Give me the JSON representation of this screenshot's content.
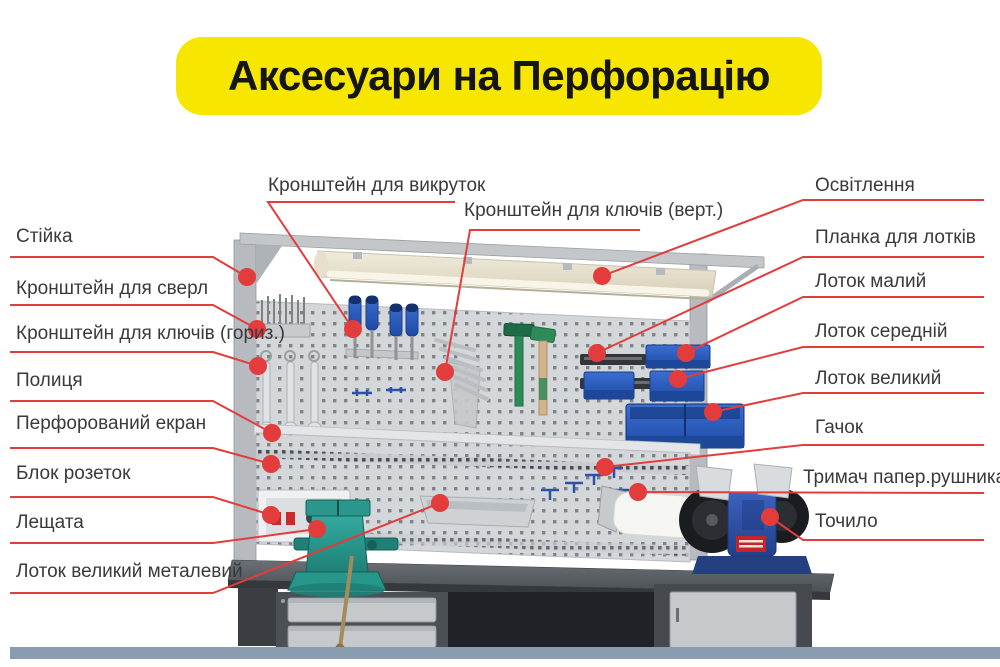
{
  "title": {
    "text": "Аксесуари на Перфорацію"
  },
  "colors": {
    "banner_bg": "#F7E600",
    "banner_text": "#151515",
    "callout_red": "#E23C3C",
    "label_text": "#3A3A3A",
    "bin_blue": "#2B5CB8",
    "vise_teal": "#27988E",
    "floor_strip": "#8A9CB0",
    "pegboard_gray": "#D4D7DA",
    "bench_gray": "#54585D"
  },
  "labels": [
    {
      "id": "stand",
      "text": "Стійка"
    },
    {
      "id": "drill-bracket",
      "text": "Кронштейн для сверл"
    },
    {
      "id": "wrench-bracket-horizontal",
      "text": "Кронштейн для ключів (гориз.)"
    },
    {
      "id": "shelf",
      "text": "Полиця"
    },
    {
      "id": "perforated-screen",
      "text": "Перфорований екран"
    },
    {
      "id": "socket-block",
      "text": "Блок розеток"
    },
    {
      "id": "vise",
      "text": "Лещата"
    },
    {
      "id": "large-metal-tray",
      "text": "Лоток великий металевий"
    },
    {
      "id": "screwdriver-bracket",
      "text": "Кронштейн для викруток"
    },
    {
      "id": "wrench-bracket-vertical",
      "text": "Кронштейн для ключів (верт.)"
    },
    {
      "id": "lighting",
      "text": "Освітлення"
    },
    {
      "id": "tray-rail",
      "text": "Планка для лотків"
    },
    {
      "id": "small-tray",
      "text": "Лоток малий"
    },
    {
      "id": "medium-tray",
      "text": "Лоток середній"
    },
    {
      "id": "large-tray",
      "text": "Лоток великий"
    },
    {
      "id": "hook",
      "text": "Гачок"
    },
    {
      "id": "paper-towel-holder",
      "text": "Тримач папер.рушника"
    },
    {
      "id": "grinder",
      "text": "Точило"
    }
  ]
}
